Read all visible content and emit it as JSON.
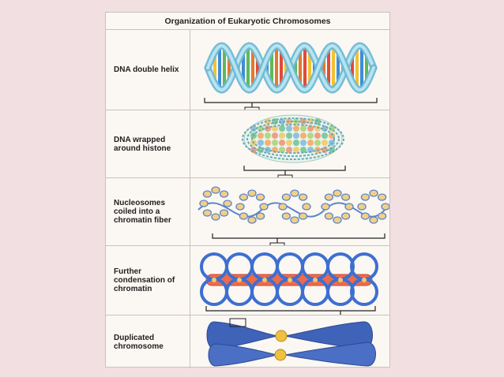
{
  "figure": {
    "title": "Organization of Eukaryotic Chromosomes",
    "levels": [
      {
        "label": "DNA double helix",
        "icon": "dna-double-helix"
      },
      {
        "label": "DNA wrapped around histone",
        "icon": "nucleosome"
      },
      {
        "label": "Nucleosomes coiled into a chromatin fiber",
        "icon": "chromatin-fiber"
      },
      {
        "label": "Further condensation of chromatin",
        "icon": "condensed-chromatin"
      },
      {
        "label": "Duplicated chromosome",
        "icon": "duplicated-chromosome"
      }
    ]
  },
  "colors": {
    "background": "#f2dfe2",
    "panel": "#fbf7f3",
    "backbone": "#8fd0e6",
    "histone_yellow": "#f4c56a",
    "chromatin_blue": "#3d6fd1",
    "scaffold_red": "#ef6a4a",
    "chromosome_blue": "#3f63b8",
    "centromere": "#f0c040"
  }
}
